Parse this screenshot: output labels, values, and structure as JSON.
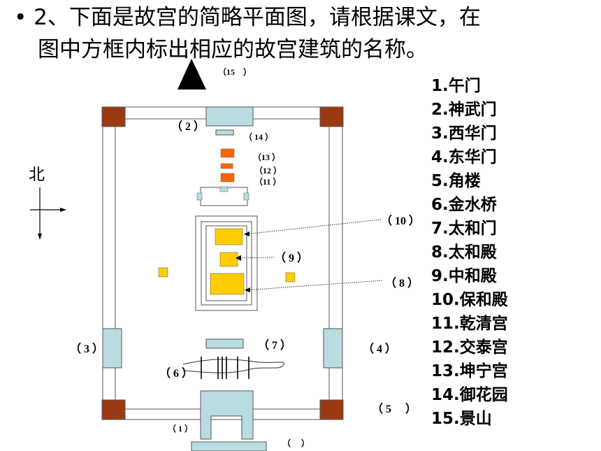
{
  "title": {
    "bullet": "•",
    "line1": "2、下面是故宫的简略平面图，请根据课文，在",
    "line2": "图中方框内标出相应的故宫建筑的名称。"
  },
  "north_label": "北",
  "legend": [
    {
      "num": "1.",
      "name": "午门"
    },
    {
      "num": "2.",
      "name": "神武门"
    },
    {
      "num": "3.",
      "name": "西华门"
    },
    {
      "num": "4.",
      "name": "东华门"
    },
    {
      "num": "5.",
      "name": "角楼"
    },
    {
      "num": "6.",
      "name": "金水桥"
    },
    {
      "num": "7.",
      "name": "太和门"
    },
    {
      "num": "8.",
      "name": "太和殿"
    },
    {
      "num": "9.",
      "name": "中和殿"
    },
    {
      "num": "10.",
      "name": "保和殿"
    },
    {
      "num": "11.",
      "name": "乾清宫"
    },
    {
      "num": "12.",
      "name": "交泰宫"
    },
    {
      "num": "13.",
      "name": "坤宁宫"
    },
    {
      "num": "14.",
      "name": "御花园"
    },
    {
      "num": "15.",
      "name": "景山"
    }
  ],
  "map_labels": {
    "l15": "（15　）",
    "l2": "（ 2 ）",
    "l14": "（ 14 ）",
    "l13": "（13 ）",
    "l12": "（12 ）",
    "l11": "（11 ）",
    "l10": "（ 10 ）",
    "l9": "（ 9 ）",
    "l8": "（ 8 ）",
    "l3": "（ 3 ）",
    "l7": "（ 7 ）",
    "l4": "（ 4 ）",
    "l6": "（ 6 ）",
    "l5": "（ 5 　）",
    "l1": "（ 1 ）",
    "lblank": "（ 　）"
  },
  "colors": {
    "corner_tower": "#9b3a12",
    "gate": "#b8dce0",
    "hall": "#ffcc00",
    "rear_palace": "#ff6600"
  }
}
